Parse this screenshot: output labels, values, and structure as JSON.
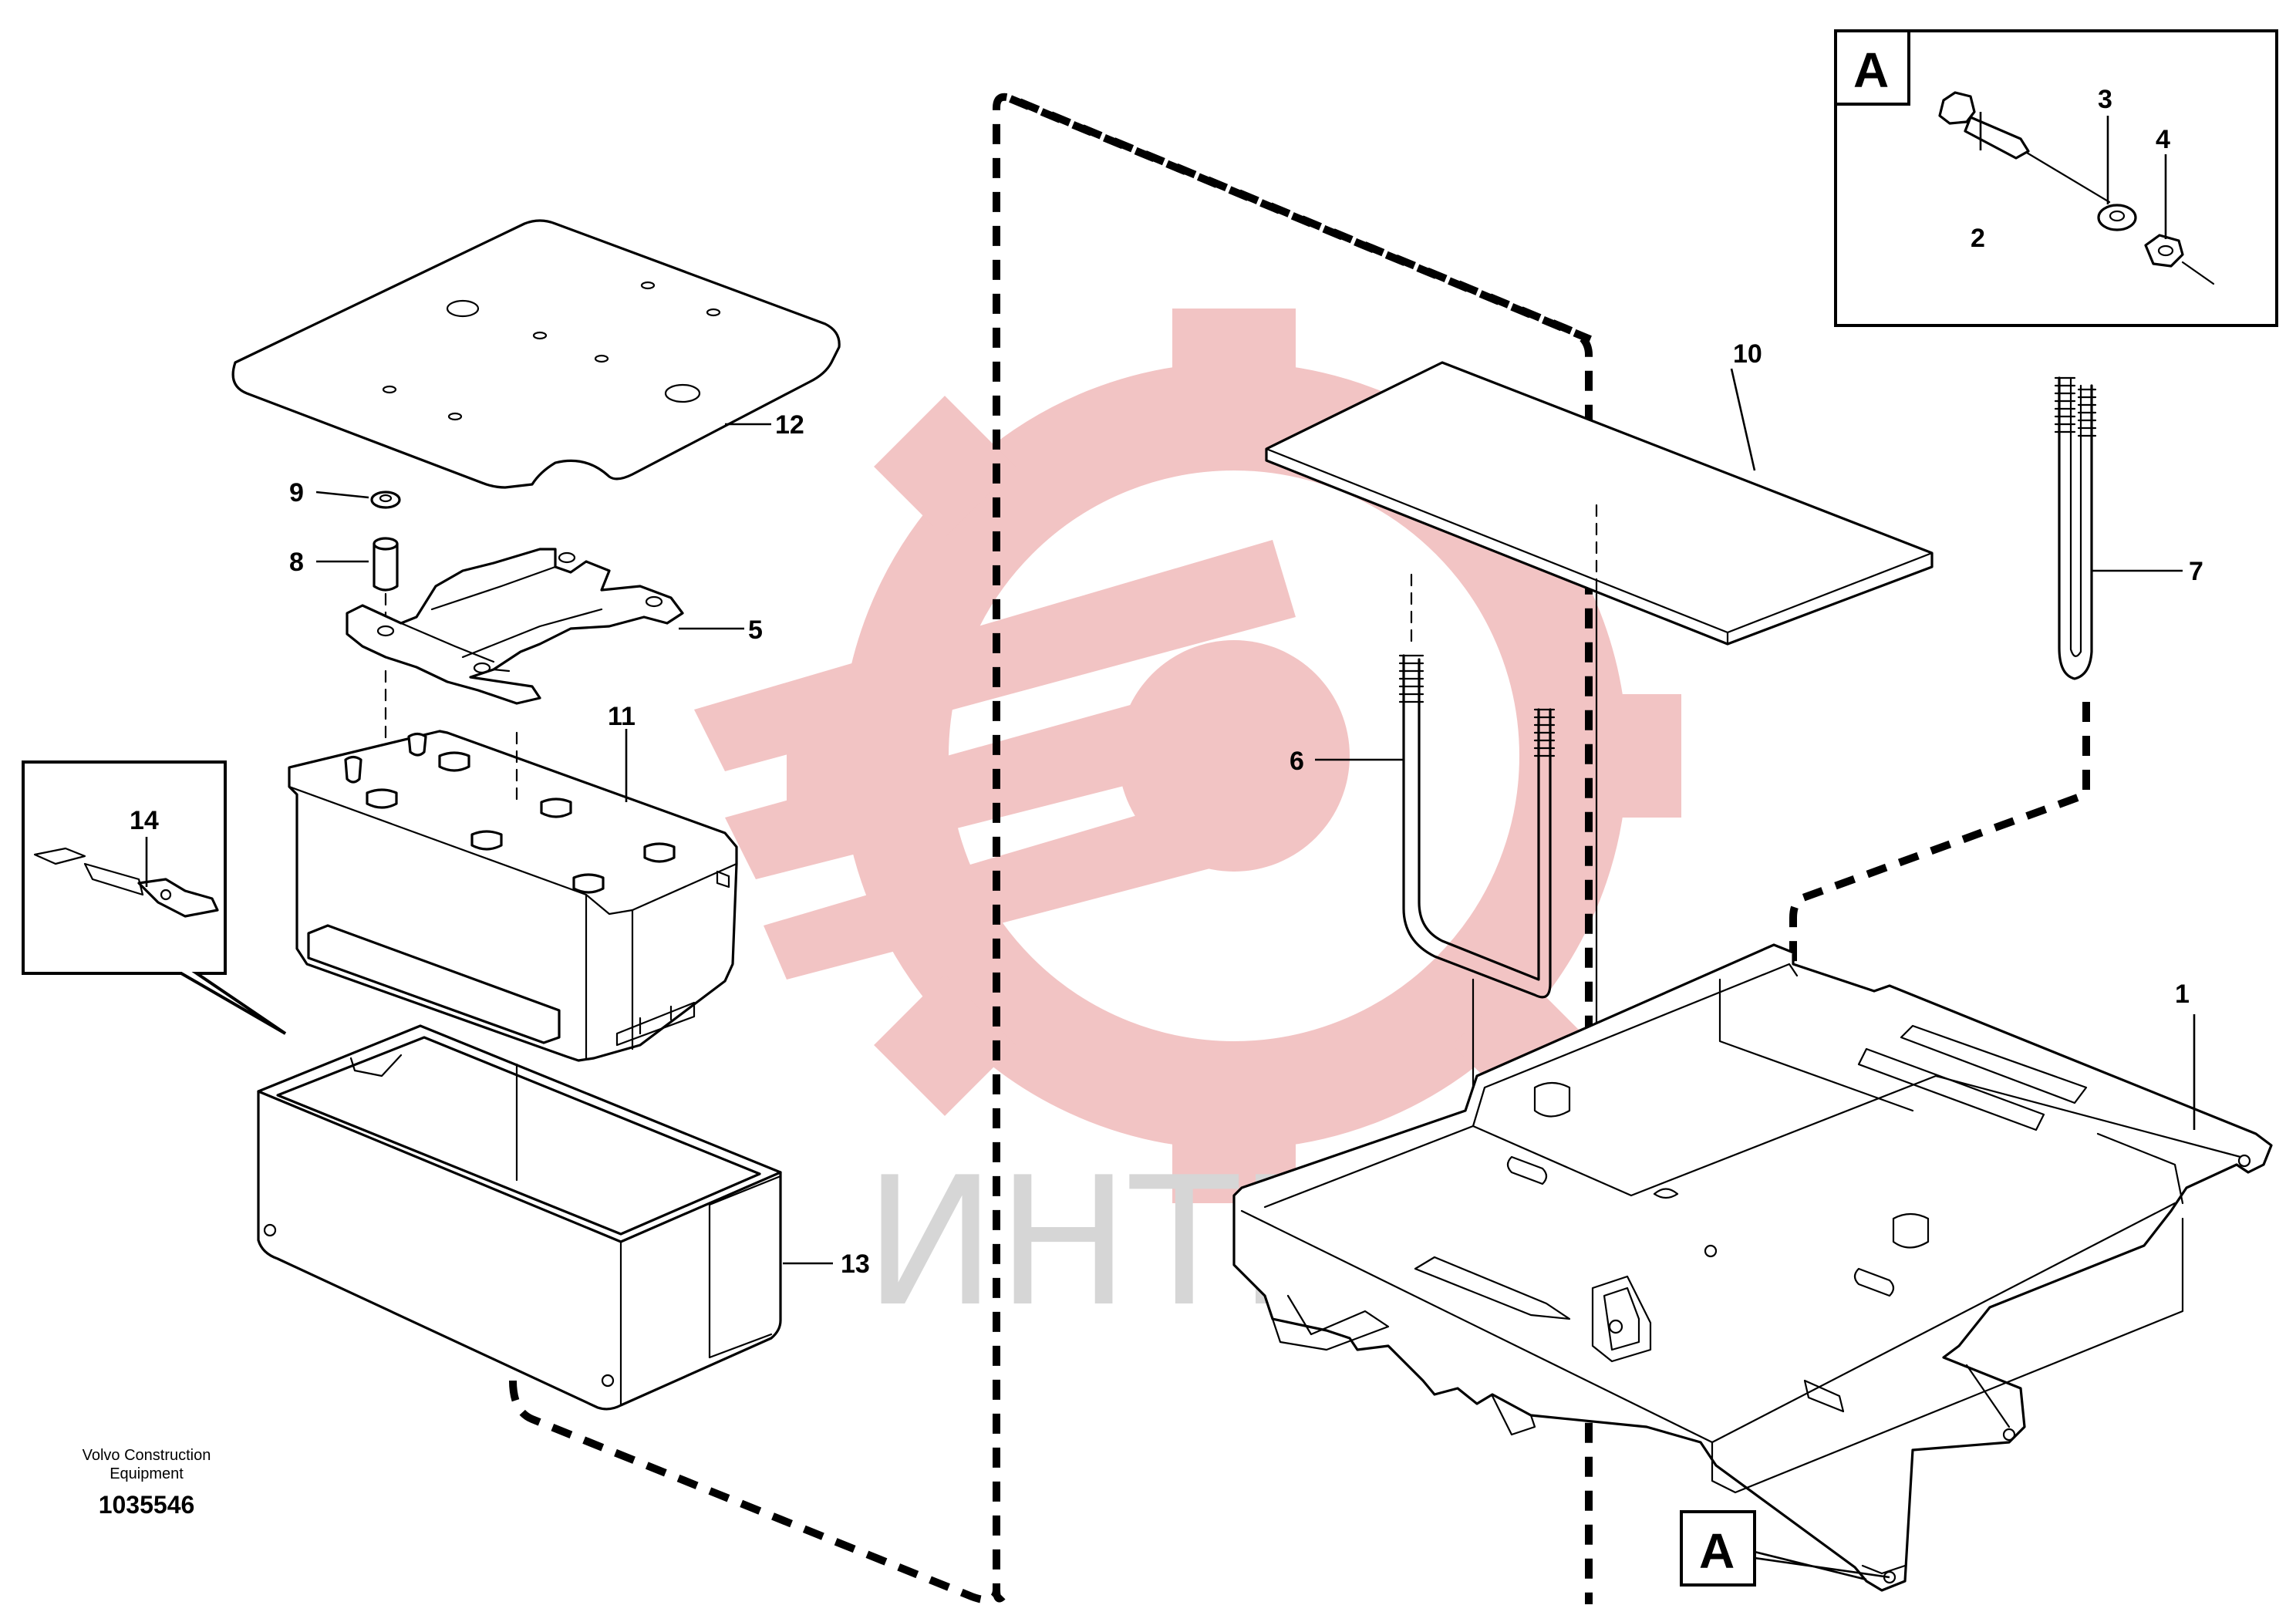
{
  "watermark": {
    "text": "ИНТЕХ",
    "gear_color": "#f2c4c4",
    "text_color": "#d6d6d6"
  },
  "inset_letter": "A",
  "callout_letter": "A",
  "part_numbers": {
    "p1": "1",
    "p2": "2",
    "p3": "3",
    "p4": "4",
    "p5": "5",
    "p6": "6",
    "p7": "7",
    "p8": "8",
    "p9": "9",
    "p10": "10",
    "p11": "11",
    "p12": "12",
    "p13": "13",
    "p14": "14"
  },
  "footer": {
    "company_line1": "Volvo Construction",
    "company_line2": "Equipment",
    "drawing_number": "1035546"
  }
}
